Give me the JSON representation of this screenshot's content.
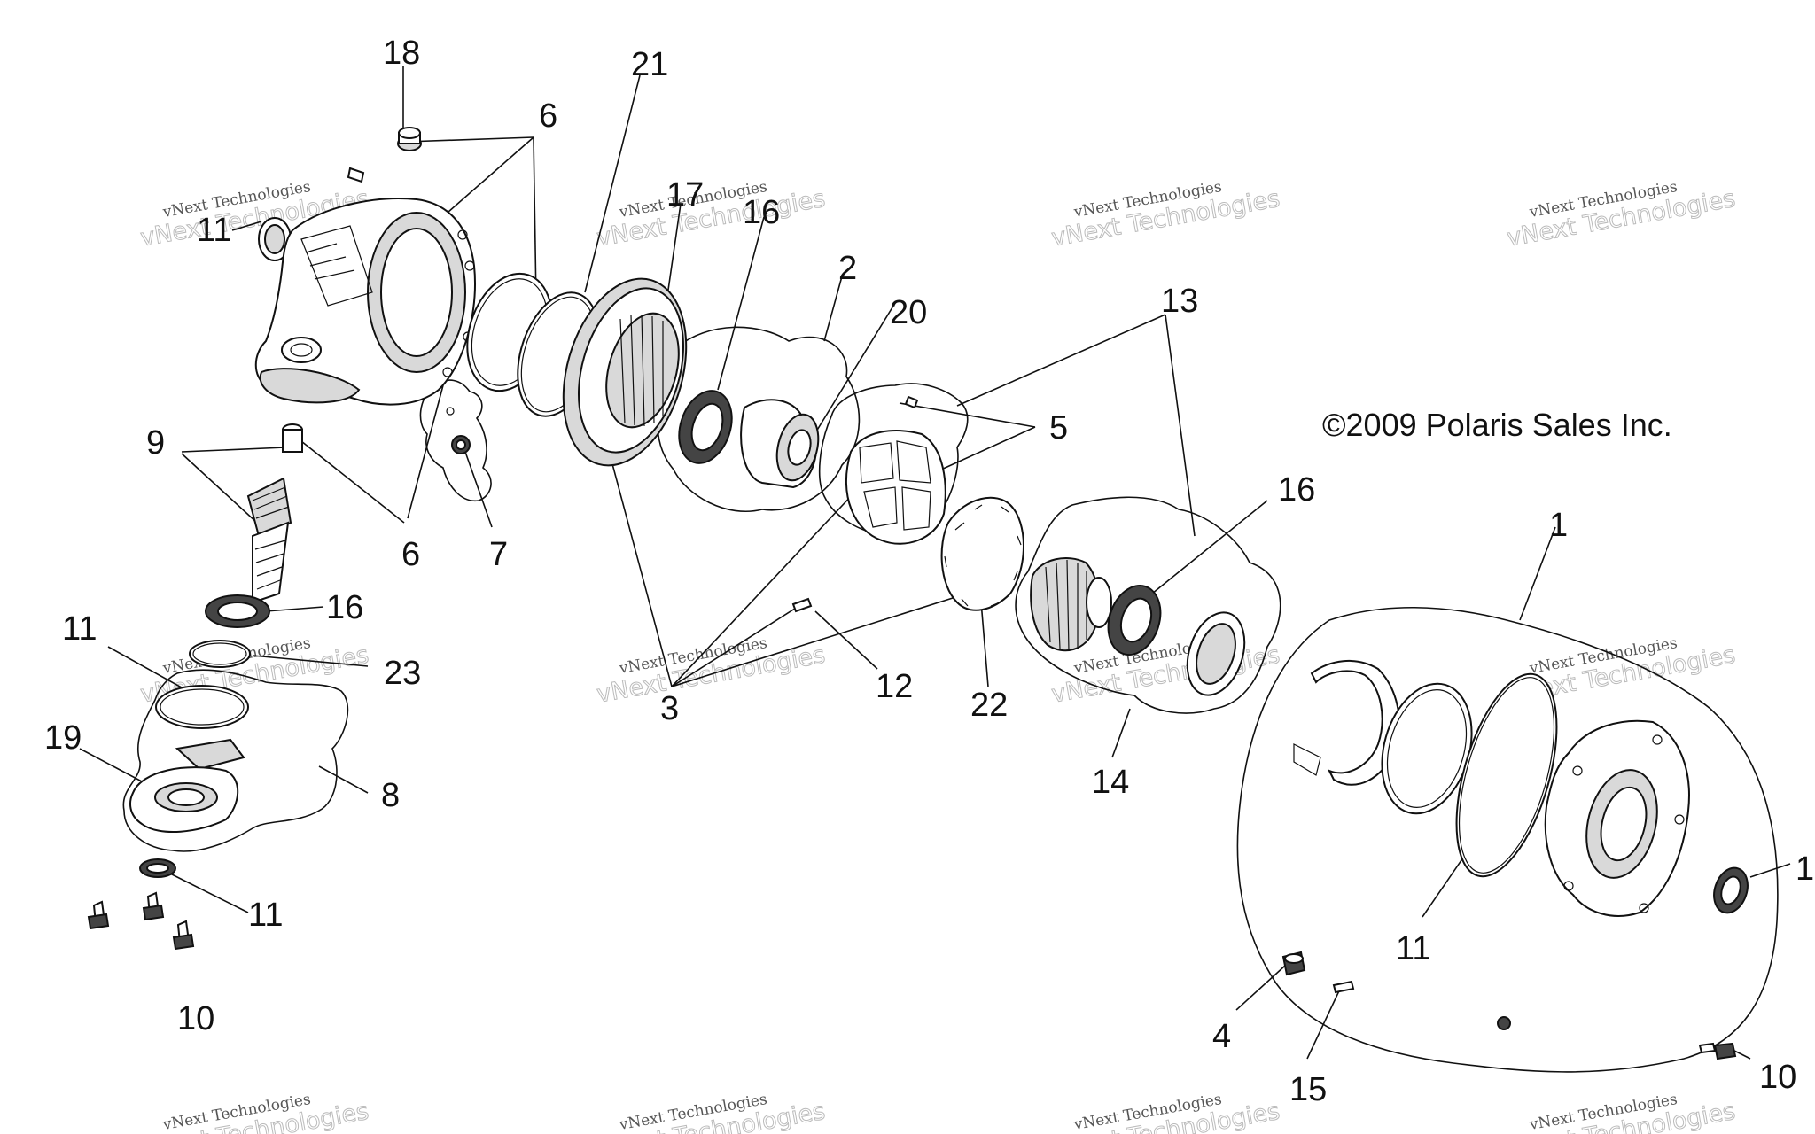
{
  "diagram": {
    "copyright": "©2009 Polaris Sales Inc.",
    "watermark": {
      "line1": "vNext Technologies",
      "line2": "vNext Technologies"
    },
    "callouts": {
      "c1": "1",
      "c1b": "1",
      "c2": "2",
      "c3": "3",
      "c4": "4",
      "c5": "5",
      "c6a": "6",
      "c6b": "6",
      "c7": "7",
      "c8": "8",
      "c9": "9",
      "c10a": "10",
      "c10b": "10",
      "c11a": "11",
      "c11b": "11",
      "c11c": "11",
      "c11d": "11",
      "c12": "12",
      "c13": "13",
      "c14": "14",
      "c15": "15",
      "c16a": "16",
      "c16b": "16",
      "c16c": "16",
      "c17": "17",
      "c18": "18",
      "c19": "19",
      "c20": "20",
      "c21": "21",
      "c22": "22",
      "c23": "23"
    }
  }
}
